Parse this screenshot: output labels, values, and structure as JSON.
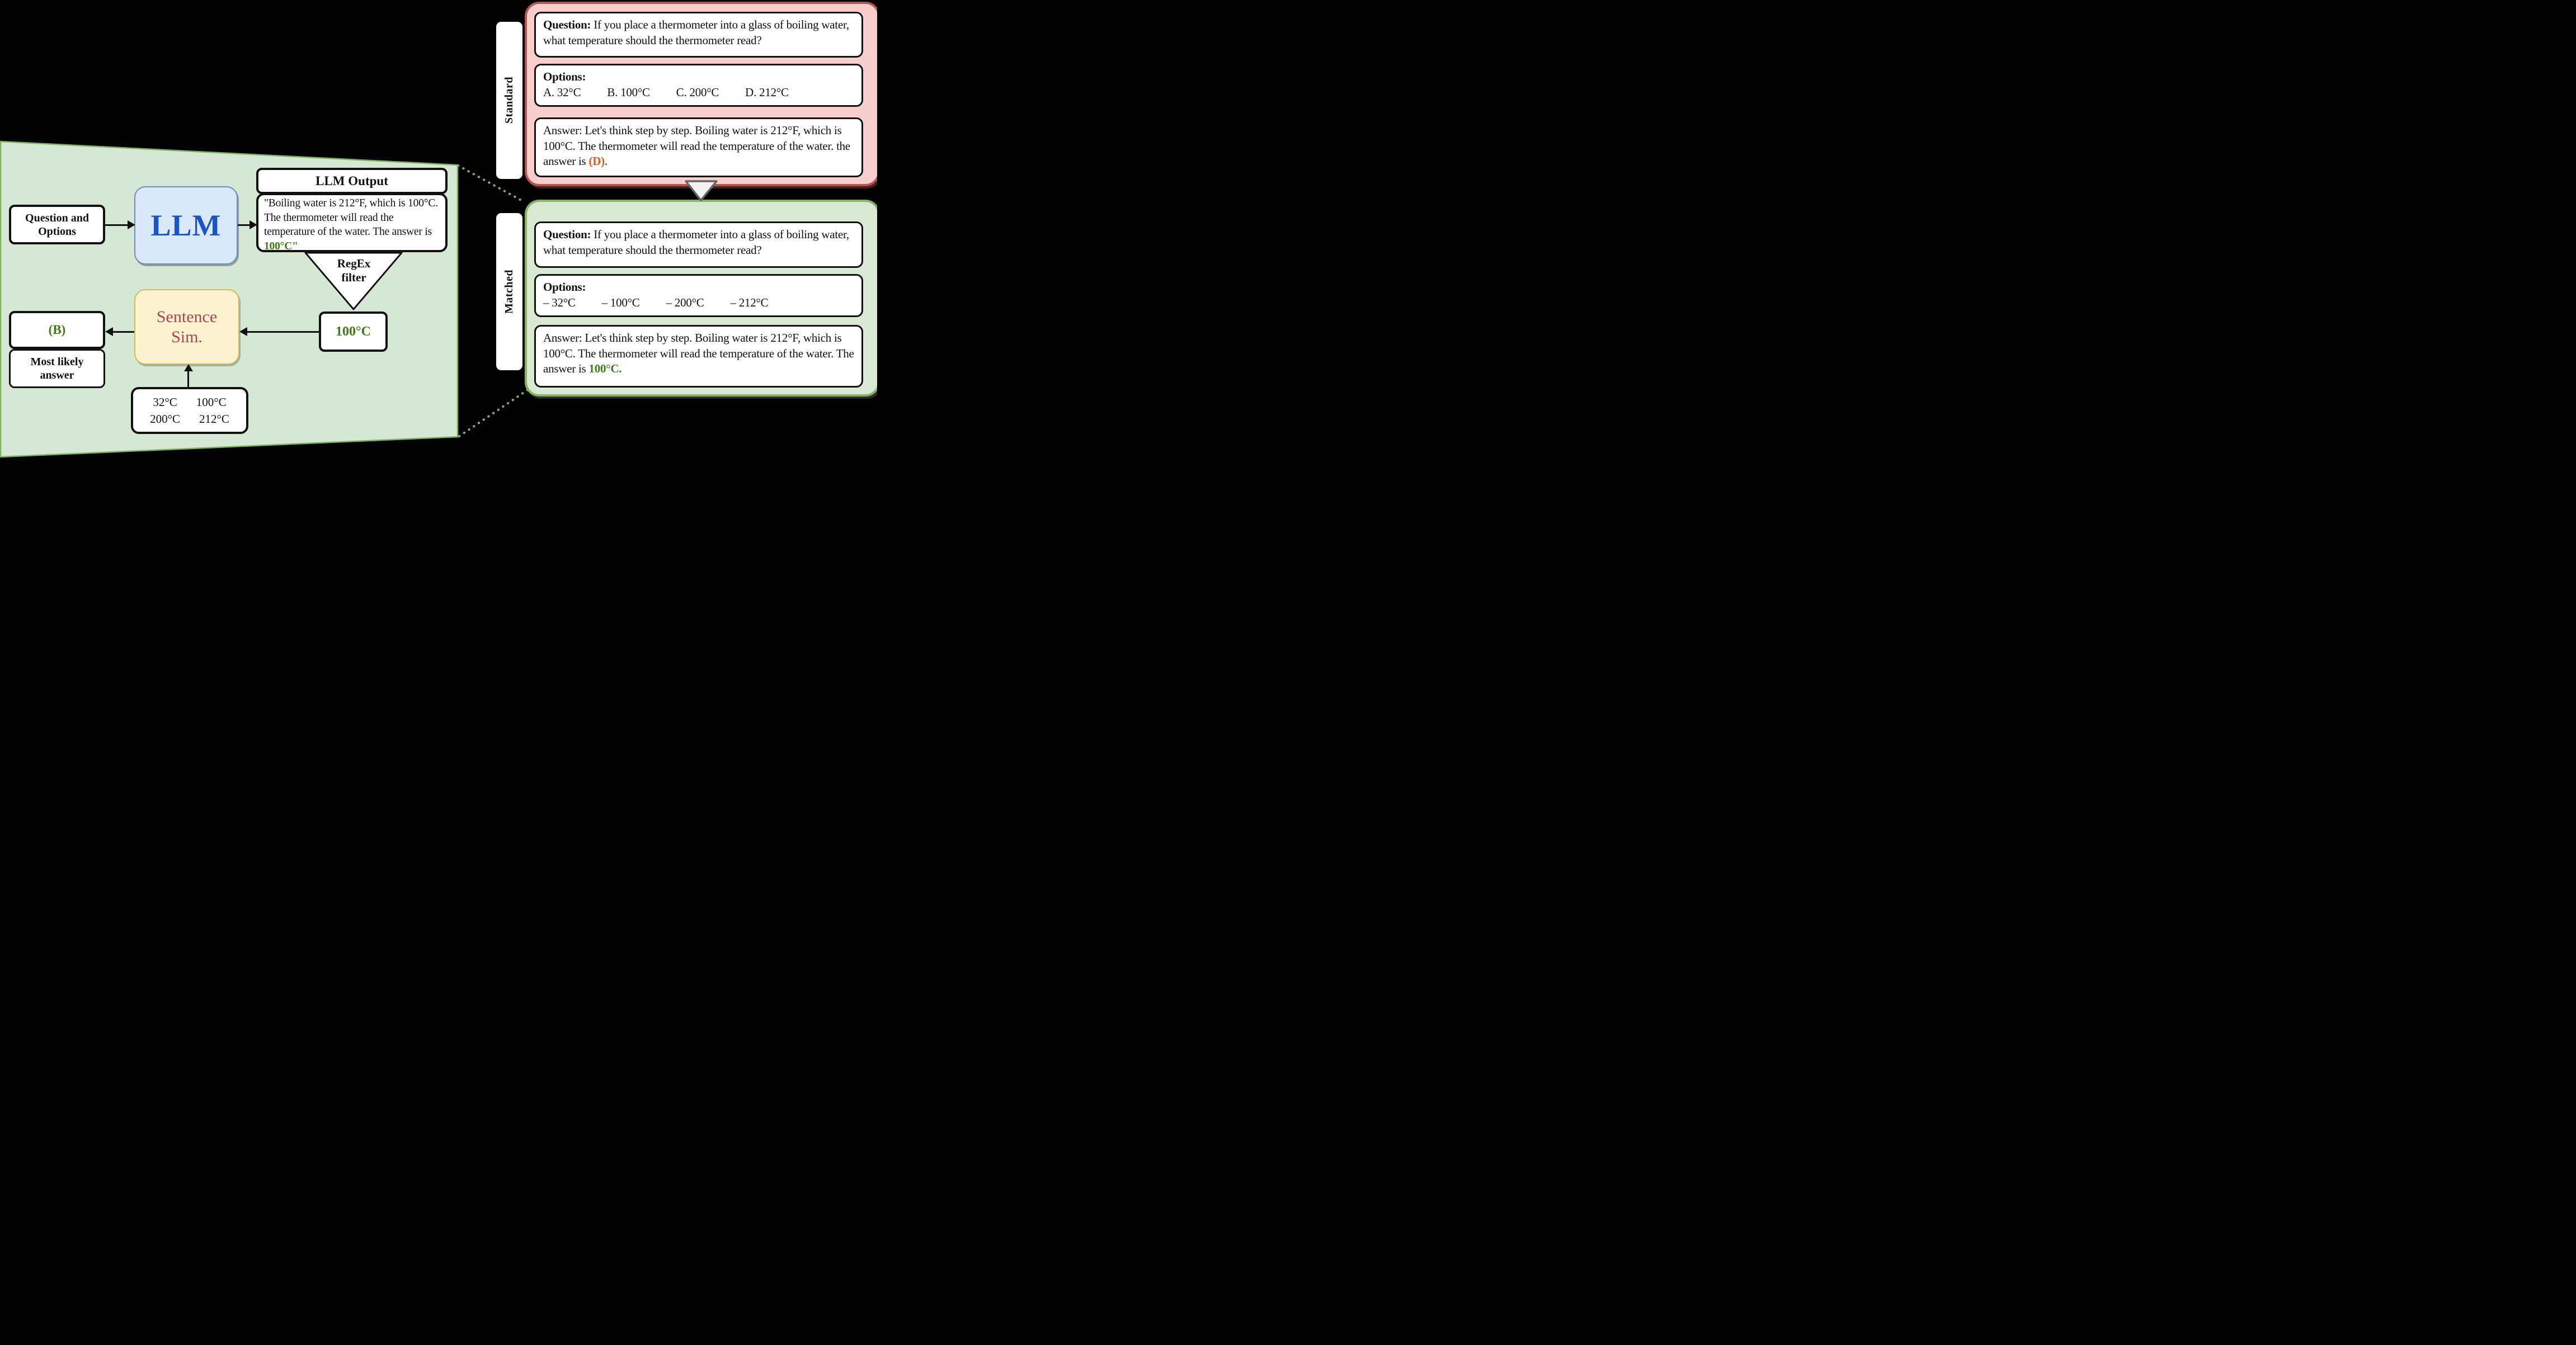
{
  "colors": {
    "funnel-fill": "#d5e8d4",
    "funnel-stroke": "#7eb35e",
    "standard-fill": "#f8cecc",
    "standard-stroke": "#b85450",
    "matched-fill": "#d8e8d2",
    "matched-stroke": "#84b55f",
    "llm-fill": "#dae8fc",
    "llm-stroke": "#6c8ebf",
    "llm-text": "#1955c4",
    "sim-fill": "#fdf2ce",
    "sim-stroke": "#d3b95f",
    "sim-text": "#b04356",
    "hl-green": "#3e7b16",
    "hl-orange": "#ee5322",
    "arrow-gray": "#666666"
  },
  "flow": {
    "input_line1": "Question and",
    "input_line2": "Options",
    "llm_label": "LLM",
    "output_title": "LLM Output",
    "output_quote_prefix": "\"Boiling water is 212°F, which is 100°C. The thermometer will read the temperature of the water. The answer is ",
    "output_quote_highlight": "100°C\"",
    "regex_line1": "RegEx",
    "regex_line2": "filter",
    "extracted_answer": "100°C",
    "sim_line1": "Sentence",
    "sim_line2": "Sim.",
    "matched_answer": "(B)",
    "caption_line1": "Most likely",
    "caption_line2": "answer",
    "candidates": [
      "32°C",
      "100°C",
      "200°C",
      "212°C"
    ]
  },
  "standard": {
    "label": "Standard",
    "question_label": "Question:",
    "question_text": "If you place a thermometer into a glass of boiling water, what temperature should the thermometer read?",
    "options_label": "Options:",
    "options": [
      "A. 32°C",
      "B. 100°C",
      "C. 200°C",
      "D. 212°C"
    ],
    "answer_prefix": "Answer: Let's think step by step. Boiling water is 212°F, which is 100°C. The thermometer will read the temperature of the water. the answer is ",
    "answer_highlight": "(D)",
    "answer_suffix": "."
  },
  "matched": {
    "label": "Matched",
    "question_label": "Question:",
    "question_text": "If you place a thermometer into a glass of boiling water, what temperature should the thermometer read?",
    "options_label": "Options:",
    "options": [
      "– 32°C",
      "– 100°C",
      "– 200°C",
      "– 212°C"
    ],
    "answer_prefix": "Answer: Let's think step by step. Boiling water is 212°F, which is 100°C. The thermometer will read the temperature of the water. The answer is ",
    "answer_highlight": "100°C."
  }
}
